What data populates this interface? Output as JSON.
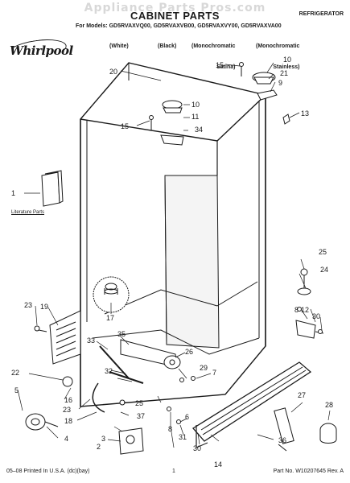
{
  "watermark": "Appliance Parts Pros.com",
  "header": {
    "title": "CABINET PARTS",
    "category": "REFRIGERATOR",
    "models_line": "For Models: GD5RVAXVQ00, GD5RVAXVB00, GD5RVAXVY00, GD5RVAXVA00",
    "variants": [
      {
        "line1": "(White)",
        "line2": ""
      },
      {
        "line1": "(Black)",
        "line2": ""
      },
      {
        "line1": "(Monochromatic",
        "line2": "Satina)"
      },
      {
        "line1": "(Monochromatic",
        "line2": "Stainless)"
      }
    ]
  },
  "brand": {
    "name": "Whirlpool"
  },
  "literature_label": "Literature Parts",
  "callouts": [
    "1",
    "2",
    "3",
    "4",
    "5",
    "6",
    "7",
    "8",
    "9",
    "10",
    "11",
    "12",
    "13",
    "14",
    "15",
    "16",
    "17",
    "18",
    "19",
    "20",
    "21",
    "22",
    "23",
    "24",
    "25",
    "26",
    "27",
    "28",
    "29",
    "30",
    "31",
    "32",
    "33",
    "34",
    "35",
    "36",
    "37"
  ],
  "footer": {
    "left": "05–08 Printed In U.S.A. (dc)(bay)",
    "center": "1",
    "right": "Part No. W10207645 Rev. A"
  },
  "colors": {
    "ink": "#1a1a1a",
    "watermark": "#d8d8d8",
    "background": "#ffffff"
  }
}
